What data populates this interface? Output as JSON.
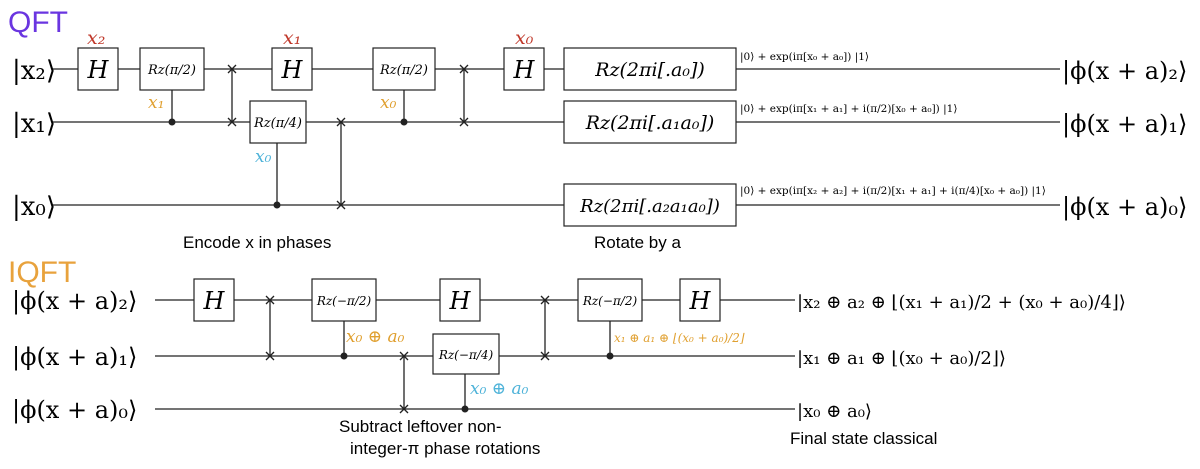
{
  "qft": {
    "heading": "QFT",
    "heading_color": "#6a35e0",
    "inputs": [
      "|x₂⟩",
      "|x₁⟩",
      "|x₀⟩"
    ],
    "outputs": [
      "|ϕ(x + a)₂⟩",
      "|ϕ(x + a)₁⟩",
      "|ϕ(x + a)₀⟩"
    ],
    "gates": {
      "h": "H",
      "rz_pi2": "Rz(π/2)",
      "rz_pi4": "Rz(π/4)",
      "rz_a0": "Rz(2πi[.a₀])",
      "rz_a1a0": "Rz(2πi[.a₁a₀])",
      "rz_a2a1a0": "Rz(2πi[.a₂a₁a₀])"
    },
    "labels": {
      "x2": "x₂",
      "x1_top": "x₁",
      "x0_top": "x₀",
      "ctrl_x1": "x₁",
      "ctrl_x0_a": "x₀",
      "ctrl_x0_b": "x₀"
    },
    "states": {
      "q2": "|0⟩ + exp(iπ[x₀ + a₀]) |1⟩",
      "q1": "|0⟩ + exp(iπ[x₁ + a₁] + i(π/2)[x₀ + a₀]) |1⟩",
      "q0": "|0⟩ + exp(iπ[x₂ + a₂] + i(π/2)[x₁ + a₁] + i(π/4)[x₀ + a₀]) |1⟩"
    },
    "caption_encode": "Encode x in phases",
    "caption_rotate": "Rotate by a"
  },
  "iqft": {
    "heading": "IQFT",
    "heading_color": "#e8a23c",
    "inputs": [
      "|ϕ(x + a)₂⟩",
      "|ϕ(x + a)₁⟩",
      "|ϕ(x + a)₀⟩"
    ],
    "gates": {
      "h": "H",
      "rz_mpi2": "Rz(−π/2)",
      "rz_mpi4": "Rz(−π/4)"
    },
    "labels": {
      "ctrl_a": "x₀ ⊕ a₀",
      "ctrl_b": "x₀ ⊕ a₀",
      "ctrl_c": "x₁ ⊕ a₁ ⊕ ⌊(x₀ + a₀)/2⌋"
    },
    "outputs": [
      "|x₂ ⊕ a₂ ⊕ ⌊(x₁ + a₁)/2 + (x₀ + a₀)/4⌋⟩",
      "|x₁ ⊕ a₁ ⊕ ⌊(x₀ + a₀)/2⌋⟩",
      "|x₀ ⊕ a₀⟩"
    ],
    "caption_subtract_1": "Subtract leftover non-",
    "caption_subtract_2": "integer-π phase rotations",
    "caption_final": "Final state classical"
  },
  "colors": {
    "red": "#c0392b",
    "orange": "#e0a030",
    "blue": "#4fb3d9",
    "wire": "#222222"
  }
}
